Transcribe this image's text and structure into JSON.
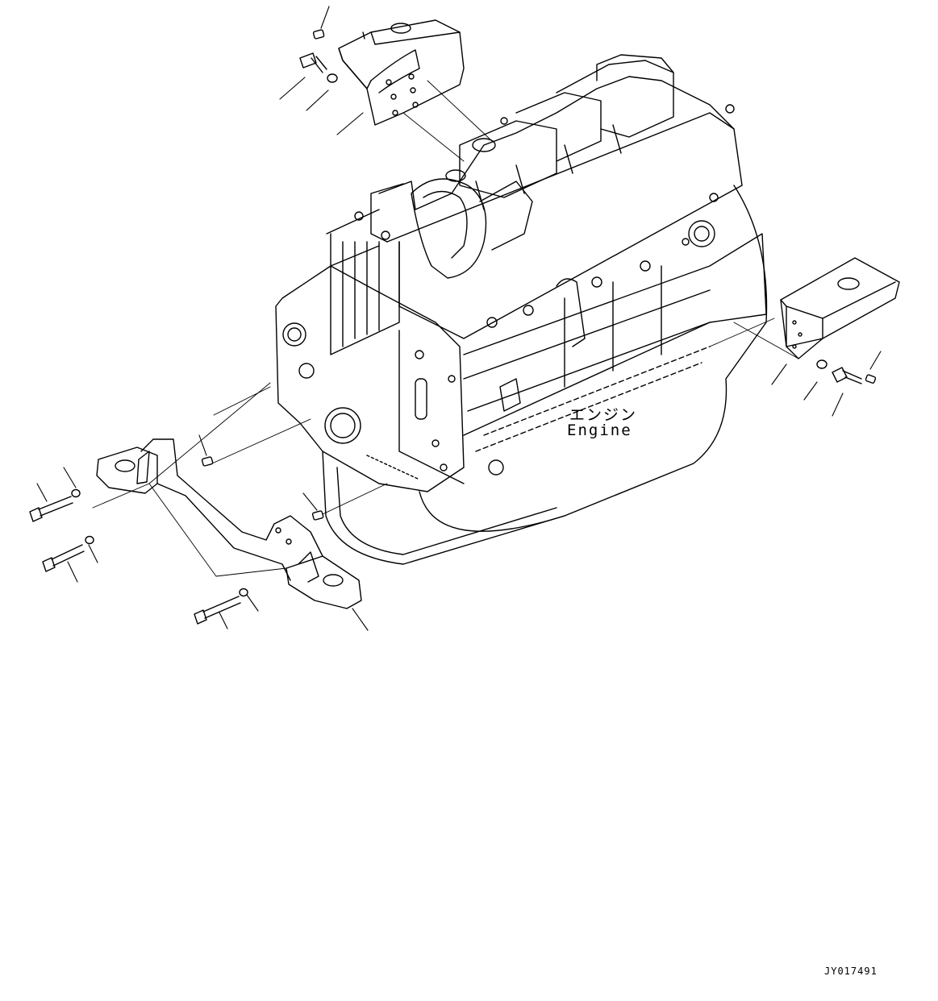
{
  "labels": {
    "engine_jp": "エンジン",
    "engine_en": "Engine",
    "drawing_id": "JY017491"
  },
  "colors": {
    "line": "#000000",
    "background": "#ffffff"
  }
}
